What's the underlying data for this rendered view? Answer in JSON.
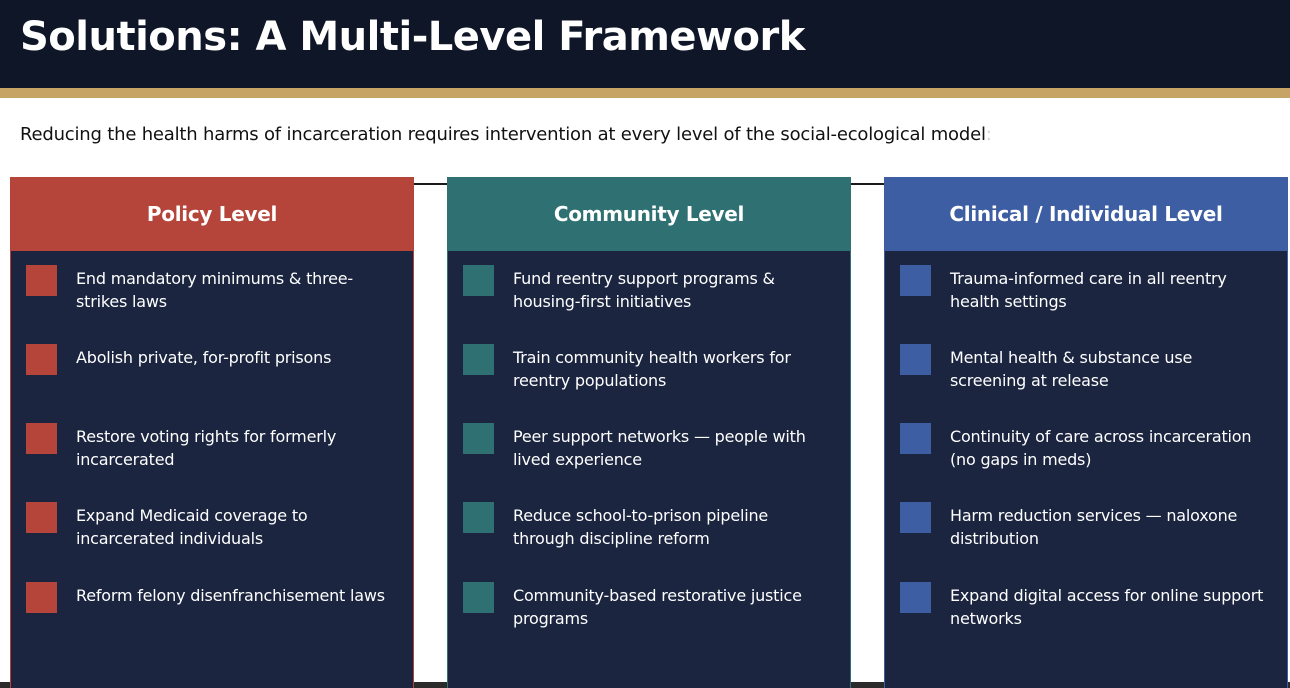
{
  "header": {
    "title": "Solutions: A Multi-Level Framework"
  },
  "subtitle": {
    "text": "Reducing the health harms of incarceration requires intervention at every level of the social-ecological model",
    "end": ":"
  },
  "colors": {
    "header_bg": "#0f1628",
    "gold": "#c6a466",
    "panel_bg": "#1b2540",
    "policy": "#b5453a",
    "community": "#2f7072",
    "clinical": "#3d5ea3"
  },
  "columns": [
    {
      "title": "Policy Level",
      "color": "#b5453a",
      "items": [
        "End mandatory minimums & three-strikes laws",
        "Abolish private, for-profit prisons",
        "Restore voting rights for formerly incarcerated",
        "Expand Medicaid coverage to incarcerated individuals",
        "Reform felony disenfranchisement laws"
      ]
    },
    {
      "title": "Community Level",
      "color": "#2f7072",
      "items": [
        "Fund reentry support programs & housing-first initiatives",
        "Train community health workers for reentry populations",
        "Peer support networks — people with lived experience",
        "Reduce school-to-prison pipeline through discipline reform",
        "Community-based restorative justice programs"
      ]
    },
    {
      "title": "Clinical / Individual Level",
      "color": "#3d5ea3",
      "items": [
        "Trauma-informed care in all reentry health settings",
        "Mental health & substance use screening at release",
        "Continuity of care across incarceration (no gaps in meds)",
        "Harm reduction services — naloxone distribution",
        "Expand digital access for online support networks"
      ]
    }
  ]
}
